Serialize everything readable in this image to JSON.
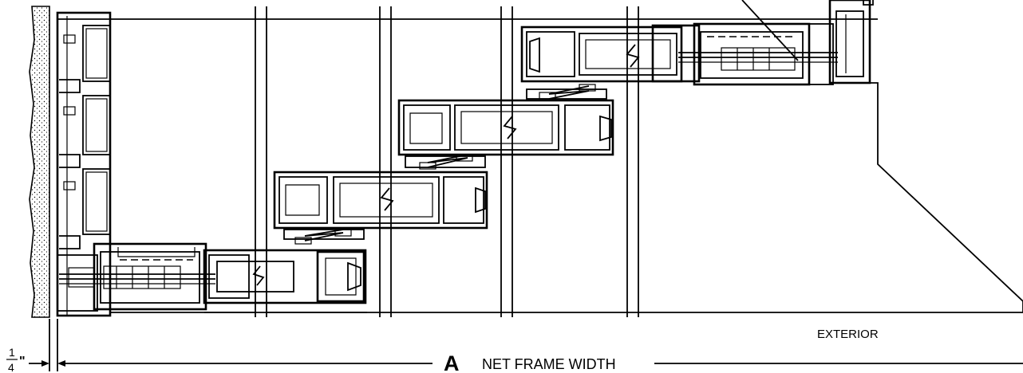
{
  "labels": {
    "exterior": "EXTERIOR",
    "dimension_letter": "A",
    "dimension_text": "NET FRAME WIDTH",
    "gap_numerator": "1",
    "gap_denominator": "4",
    "gap_inch_mark": "\""
  },
  "colors": {
    "line": "#000000",
    "background": "#ffffff"
  }
}
